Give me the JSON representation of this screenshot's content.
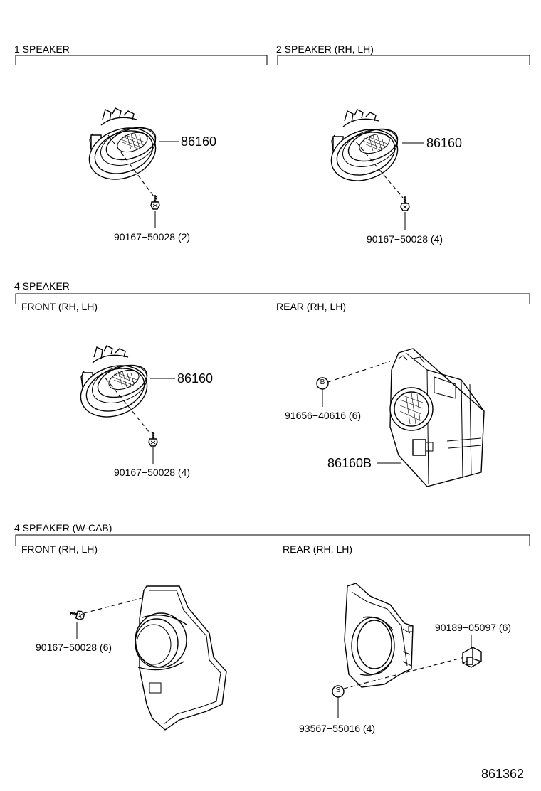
{
  "sections": [
    {
      "title": "1  SPEAKER"
    },
    {
      "title": "2  SPEAKER (RH, LH)"
    },
    {
      "title": "4  SPEAKER",
      "sub_left": "FRONT (RH, LH)",
      "sub_right": "REAR (RH, LH)"
    },
    {
      "title": "4  SPEAKER (W-CAB)",
      "sub_left": "FRONT (RH, LH)",
      "sub_right": "REAR (RH, LH)"
    }
  ],
  "parts": {
    "s1_speaker": "86160",
    "s1_screw": "90167−50028 (2)",
    "s2_speaker": "86160",
    "s2_screw": "90167−50028 (4)",
    "s3_front_speaker": "86160",
    "s3_front_screw": "90167−50028 (4)",
    "s3_rear_clip": "91656−40616 (6)",
    "s3_rear_speaker": "86160B",
    "s4_front_screw": "90167−50028 (6)",
    "s4_rear_nut": "90189−05097 (6)",
    "s4_rear_screw": "93567−55016 (4)"
  },
  "markers": {
    "clip": "B",
    "screw": "S"
  },
  "figure_id": "861362"
}
